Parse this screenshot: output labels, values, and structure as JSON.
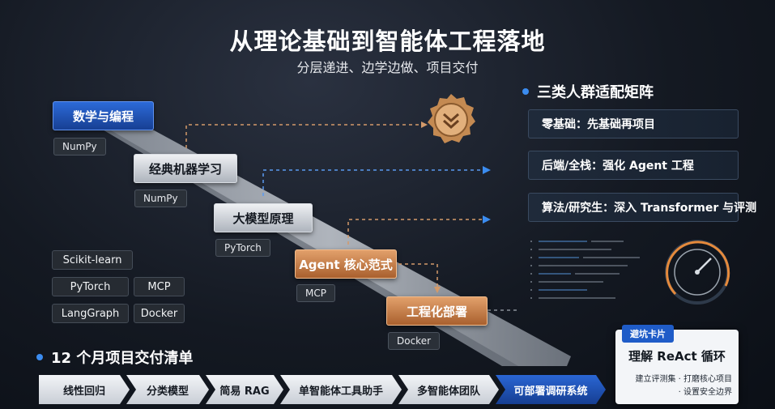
{
  "header": {
    "title": "从理论基础到智能体工程落地",
    "subtitle": "分层递进、边学边做、项目交付"
  },
  "path": {
    "steps": [
      {
        "label": "数学与编程",
        "tag": "NumPy"
      },
      {
        "label": "经典机器学习",
        "tag": "NumPy"
      },
      {
        "label": "大模型原理",
        "tag": "PyTorch"
      },
      {
        "label": "Agent 核心范式",
        "tag": "MCP"
      },
      {
        "label": "工程化部署",
        "tag": "Docker"
      }
    ]
  },
  "tools": [
    "Scikit-learn",
    "PyTorch",
    "MCP",
    "LangGraph",
    "Docker"
  ],
  "matrix": {
    "title": "三类人群适配矩阵",
    "items": [
      "零基础：先基础再项目",
      "后端/全栈：强化 Agent 工程",
      "算法/研究生：深入 Transformer 与评测"
    ]
  },
  "deliverables": {
    "title": "12 个月项目交付清单",
    "items": [
      "线性回归",
      "分类模型",
      "简易 RAG",
      "单智能体工具助手",
      "多智能体团队",
      "可部署调研系统"
    ]
  },
  "tip_card": {
    "label": "避坑卡片",
    "title": "理解 ReAct 循环",
    "line1": "建立评测集 · 打磨核心项目",
    "line2": "· 设置安全边界"
  },
  "colors": {
    "accent_blue": "#2c6ad8",
    "accent_orange": "#c07a44",
    "background": "#141922"
  }
}
